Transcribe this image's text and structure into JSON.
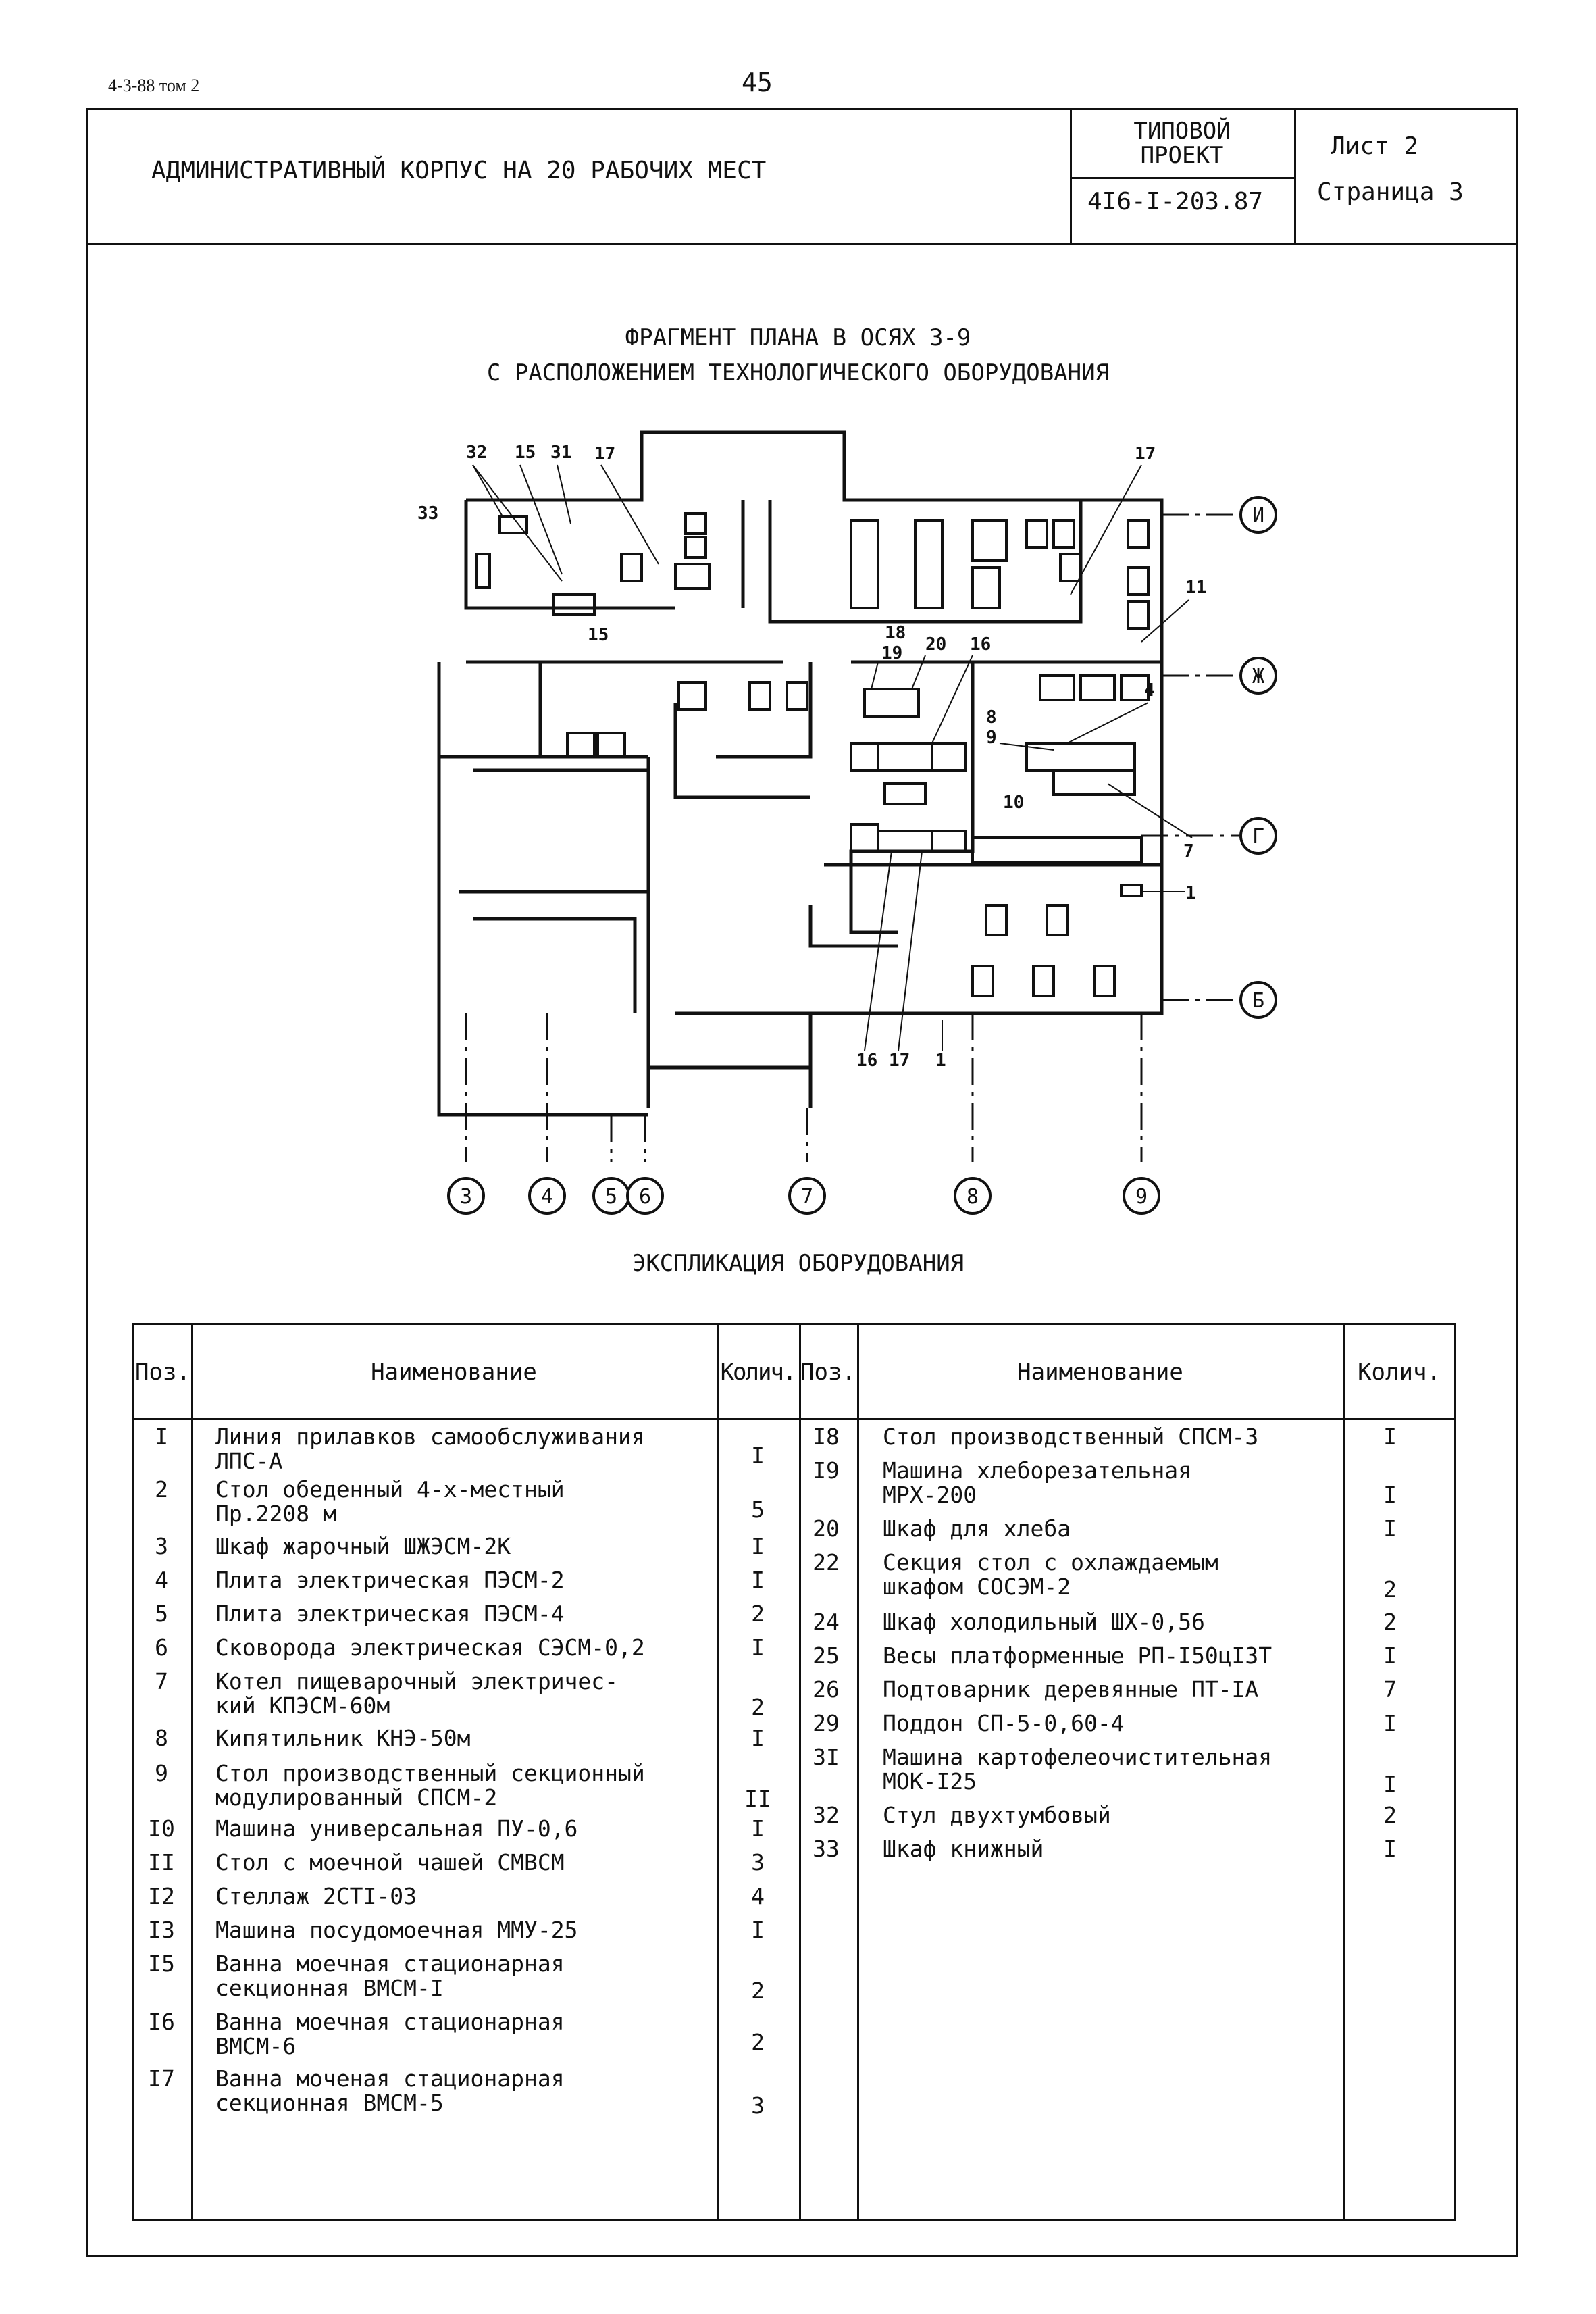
{
  "header": {
    "doc_ref": "4-3-88 том 2",
    "page_number": "45",
    "title": "АДМИНИСТРАТИВНЫЙ КОРПУС НА 20 РАБОЧИХ МЕСТ",
    "project_type": "ТИПОВОЙ ПРОЕКТ",
    "project_code": "4I6-I-203.87",
    "sheet": "Лист 2",
    "page": "Страница 3"
  },
  "plan": {
    "title_line1": "ФРАГМЕНТ ПЛАНА В ОСЯХ 3-9",
    "title_line2": "С РАСПОЛОЖЕНИЕМ ТЕХНОЛОГИЧЕСКОГО ОБОРУДОВАНИЯ",
    "axes_bottom": [
      "3",
      "4",
      "5",
      "6",
      "7",
      "8",
      "9"
    ],
    "axes_right": [
      "И",
      "Ж",
      "Г",
      "Б"
    ],
    "callouts": [
      "32",
      "15",
      "31",
      "17",
      "33",
      "15",
      "17",
      "11",
      "18",
      "19",
      "20",
      "16",
      "4",
      "8",
      "9",
      "10",
      "7",
      "1",
      "16",
      "17",
      "1"
    ]
  },
  "table": {
    "title": "ЭКСПЛИКАЦИЯ ОБОРУДОВАНИЯ",
    "headers": {
      "pos": "Поз.",
      "name": "Наименование",
      "qty": "Колич."
    },
    "left": [
      {
        "pos": "I",
        "name": "Линия прилавков самообслуживания\nЛПС-А",
        "qty": "I"
      },
      {
        "pos": "2",
        "name": "Стол обеденный 4-х-местный\nПр.2208 м",
        "qty": "5"
      },
      {
        "pos": "3",
        "name": "Шкаф жарочный ШЖЭСМ-2К",
        "qty": "I"
      },
      {
        "pos": "4",
        "name": "Плита электрическая ПЭСМ-2",
        "qty": "I"
      },
      {
        "pos": "5",
        "name": "Плита электрическая ПЭСМ-4",
        "qty": "2"
      },
      {
        "pos": "6",
        "name": "Сковорода электрическая СЭСМ-0,2",
        "qty": "I"
      },
      {
        "pos": "7",
        "name": "Котел пищеварочный электричес-\nкий КПЭСМ-60м",
        "qty": "2"
      },
      {
        "pos": "8",
        "name": "Кипятильник КНЭ-50м",
        "qty": "I"
      },
      {
        "pos": "9",
        "name": "Стол производственный секционный\nмодулированный СПСМ-2",
        "qty": "II"
      },
      {
        "pos": "I0",
        "name": "Машина универсальная ПУ-0,6",
        "qty": "I"
      },
      {
        "pos": "II",
        "name": "Стол с моечной чашей СМВСМ",
        "qty": "3"
      },
      {
        "pos": "I2",
        "name": "Стеллаж 2СТI-03",
        "qty": "4"
      },
      {
        "pos": "I3",
        "name": "Машина посудомоечная ММУ-25",
        "qty": "I"
      },
      {
        "pos": "I5",
        "name": "Ванна моечная стационарная\nсекционная ВМСМ-I",
        "qty": "2"
      },
      {
        "pos": "I6",
        "name": "Ванна моечная стационарная\nВМСМ-6",
        "qty": "2"
      },
      {
        "pos": "I7",
        "name": "Ванна моченая стационарная\nсекционная ВМСМ-5",
        "qty": "3"
      }
    ],
    "right": [
      {
        "pos": "I8",
        "name": "Стол производственный СПСМ-3",
        "qty": "I"
      },
      {
        "pos": "I9",
        "name": "Машина хлеборезательная\nМРХ-200",
        "qty": "I"
      },
      {
        "pos": "20",
        "name": "Шкаф для хлеба",
        "qty": "I"
      },
      {
        "pos": "22",
        "name": "Секция стол с охлаждаемым\nшкафом СОСЭМ-2",
        "qty": "2"
      },
      {
        "pos": "24",
        "name": "Шкаф холодильный ШХ-0,56",
        "qty": "2"
      },
      {
        "pos": "25",
        "name": "Весы платформенные РП-I50цI3Т",
        "qty": "I"
      },
      {
        "pos": "26",
        "name": "Подтоварник деревянные ПТ-IА",
        "qty": "7"
      },
      {
        "pos": "29",
        "name": "Поддон СП-5-0,60-4",
        "qty": "I"
      },
      {
        "pos": "3I",
        "name": "Машина картофелеочистительная\nМОК-I25",
        "qty": "I"
      },
      {
        "pos": "32",
        "name": "Стул двухтумбовый",
        "qty": "2"
      },
      {
        "pos": "33",
        "name": "Шкаф книжный",
        "qty": "I"
      }
    ]
  }
}
